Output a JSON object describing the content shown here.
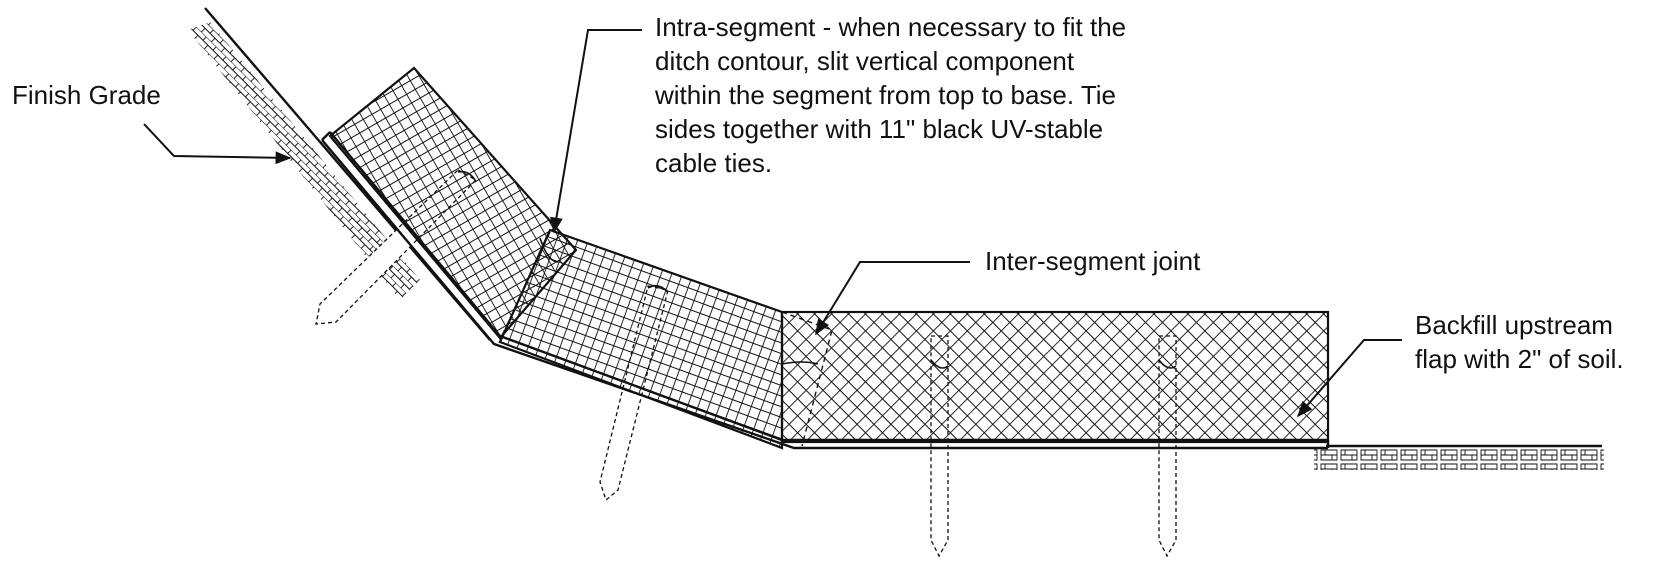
{
  "labels": {
    "finish_grade": "Finish Grade",
    "intra_segment": [
      "Intra-segment - when necessary to fit the",
      "ditch contour, slit vertical component",
      "within the segment from top to base.  Tie",
      "sides together with 11\" black UV-stable",
      "cable ties."
    ],
    "inter_segment": "Inter-segment joint",
    "backfill": [
      "Backfill upstream",
      "flap with 2\" of soil."
    ]
  },
  "colors": {
    "line": "#111111",
    "background": "#ffffff"
  }
}
